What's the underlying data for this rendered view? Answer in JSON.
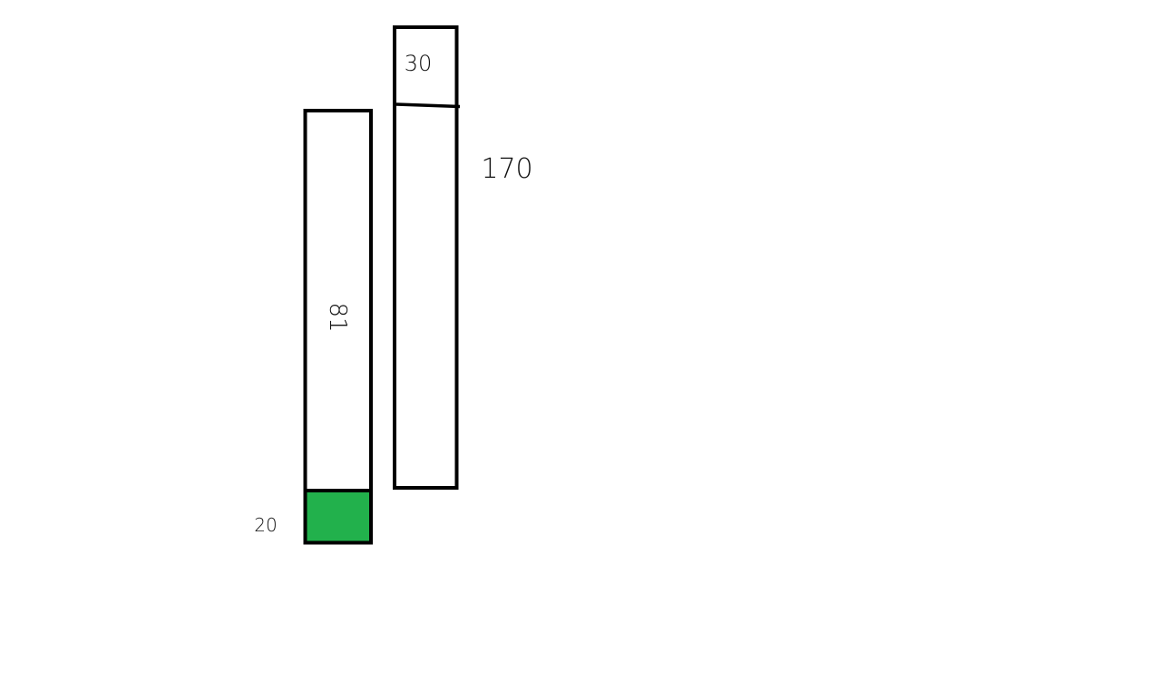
{
  "diagram": {
    "left_bar": {
      "top_label": "81",
      "bottom_label": "20",
      "bottom_fill": "#22b14c"
    },
    "right_bar": {
      "top_label": "30",
      "side_label": "170"
    },
    "colors": {
      "stroke": "#000000",
      "background": "#ffffff"
    }
  }
}
